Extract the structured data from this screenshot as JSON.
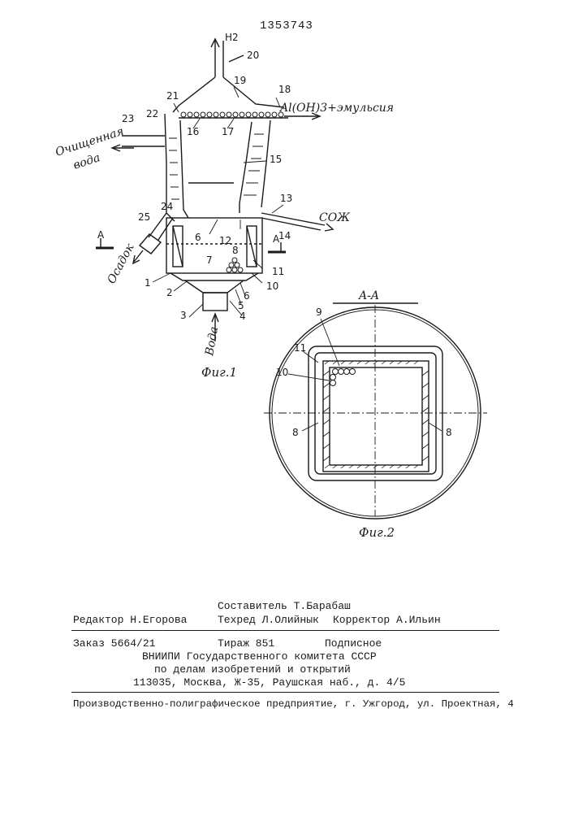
{
  "patent_number": "1353743",
  "fig1": {
    "caption": "Фиг.1",
    "labels": {
      "h2": "H2",
      "n20": "20",
      "n19": "19",
      "n18": "18",
      "n21": "21",
      "n22": "22",
      "n23": "23",
      "n16": "16",
      "n17": "17",
      "n15": "15",
      "n13": "13",
      "n14": "14",
      "n24": "24",
      "n25": "25",
      "n6a": "6",
      "n12": "12",
      "n8": "8",
      "n7": "7",
      "n11": "11",
      "n1": "1",
      "n2": "2",
      "n10": "10",
      "n6b": "6",
      "n5": "5",
      "n3": "3",
      "n4": "4",
      "a_left": "A",
      "a_right": "A"
    },
    "flows": {
      "emulsion": "Al(OH)3+эмульсия",
      "clean_water_1": "Очищенная",
      "clean_water_2": "вода",
      "sozh": "СОЖ",
      "sediment": "Осадок",
      "water": "Вода"
    }
  },
  "fig2": {
    "caption": "Фиг.2",
    "section": "A-A",
    "labels": {
      "n9": "9",
      "n11": "11",
      "n10": "10",
      "n8l": "8",
      "n8r": "8"
    }
  },
  "imprint": {
    "compiler": "Составитель Т.Барабаш",
    "editor": "Редактор Н.Егорова",
    "techred": "Техред Л.Олийнык",
    "corrector": "Корректор А.Ильин",
    "order": "Заказ 5664/21",
    "circulation": "Тираж 851",
    "subscription": "Подписное",
    "org_1": "ВНИИПИ Государственного комитета СССР",
    "org_2": "по делам изобретений и открытий",
    "address": "113035, Москва, Ж-35, Раушская наб., д. 4/5",
    "printer": "Производственно-полиграфическое предприятие, г. Ужгород, ул. Проектная, 4"
  }
}
